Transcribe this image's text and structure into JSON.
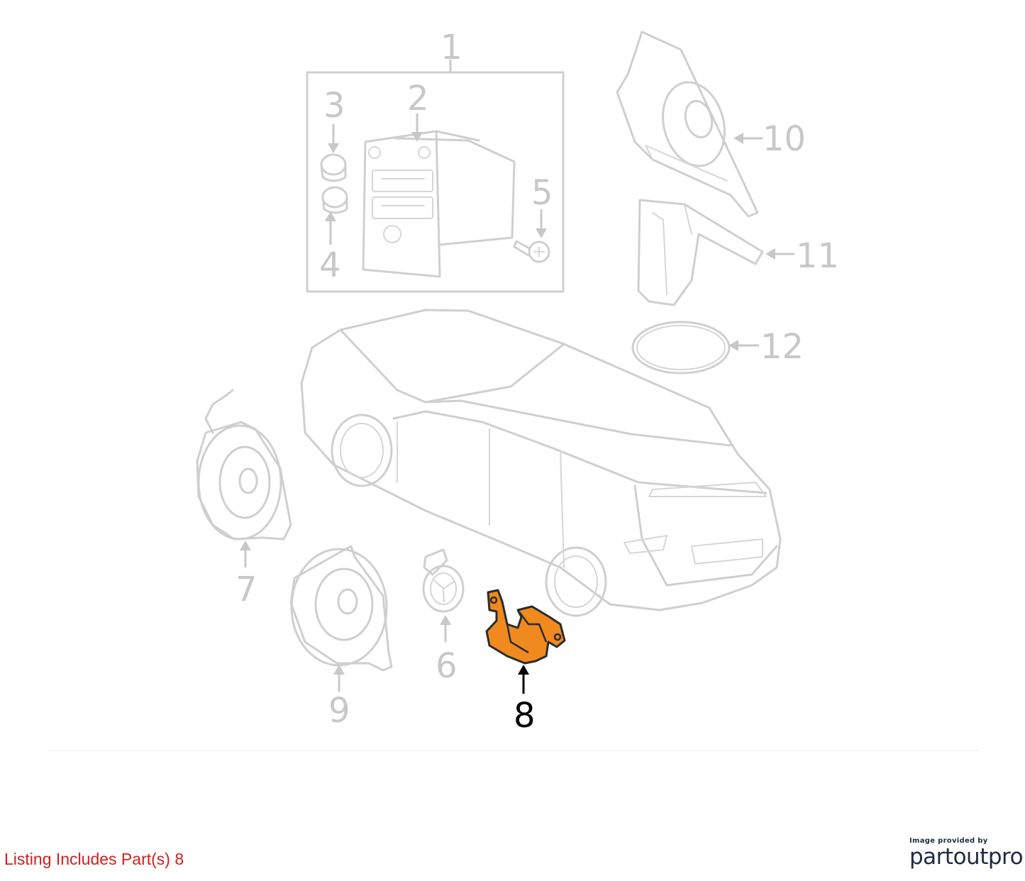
{
  "callouts": {
    "c1": "1",
    "c2": "2",
    "c3": "3",
    "c4": "4",
    "c5": "5",
    "c6": "6",
    "c7": "7",
    "c8": "8",
    "c9": "9",
    "c10": "10",
    "c11": "11",
    "c12": "12"
  },
  "highlight": {
    "part": "8",
    "color": "#f08a1f"
  },
  "caption": "Listing Includes Part(s) 8",
  "credit": {
    "small": "Image provided by",
    "logo": "partoutpro"
  },
  "colors": {
    "caption": "#d21f1f",
    "line_art": "#cfcfcf",
    "brand": "#1f2a44"
  }
}
